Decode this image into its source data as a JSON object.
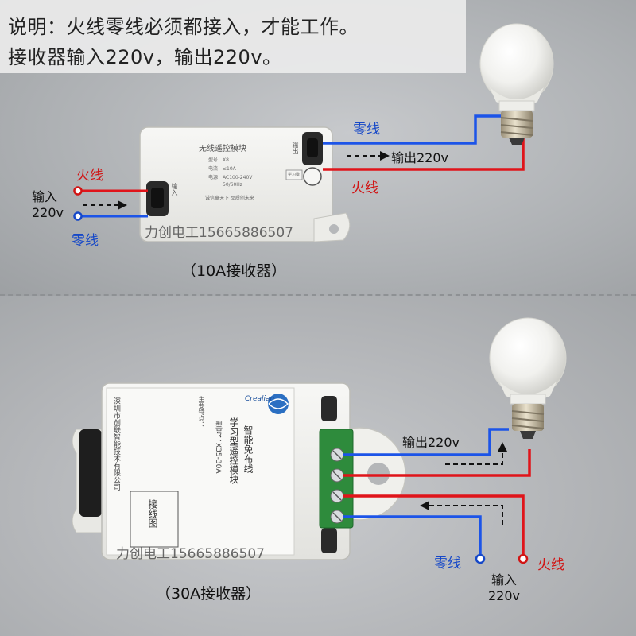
{
  "note": {
    "line1": "说明：火线零线必须都接入，才能工作。",
    "line2": "接收器输入220v，输出220v。"
  },
  "top": {
    "live_in": "火线",
    "neutral_in": "零线",
    "input_line1": "输入",
    "input_line2": "220v",
    "neutral_out": "零线",
    "live_out": "火线",
    "output": "输出220v",
    "watermark": "力创电工15665886507",
    "caption": "（10A接收器）",
    "device": {
      "title": "无线遥控模块",
      "model": "型号：X8",
      "current": "电流：≤10A",
      "power": "电源：AC100-240V",
      "freq": "50/60Hz",
      "slogan": "诚信赢天下 品质创未来",
      "input_side": "输入",
      "output_side": "输出",
      "learn_key": "学习键"
    }
  },
  "bottom": {
    "output": "输出220v",
    "neutral": "零线",
    "live": "火线",
    "input_line1": "输入",
    "input_line2": "220v",
    "watermark": "力创电工15665886507",
    "caption": "（30A接收器）",
    "device": {
      "brand": "Crealian",
      "title1": "智能免布线",
      "title2": "学习型遥控模块",
      "model": "型号：X35-30A",
      "features_title": "主要特点：",
      "terminal_label": "接线图",
      "company": "深圳市创联智能技术有限公司"
    }
  },
  "colors": {
    "live": "#e0141a",
    "neutral": "#1c54e8",
    "text_red": "#d11414",
    "text_blue": "#1648c8"
  }
}
